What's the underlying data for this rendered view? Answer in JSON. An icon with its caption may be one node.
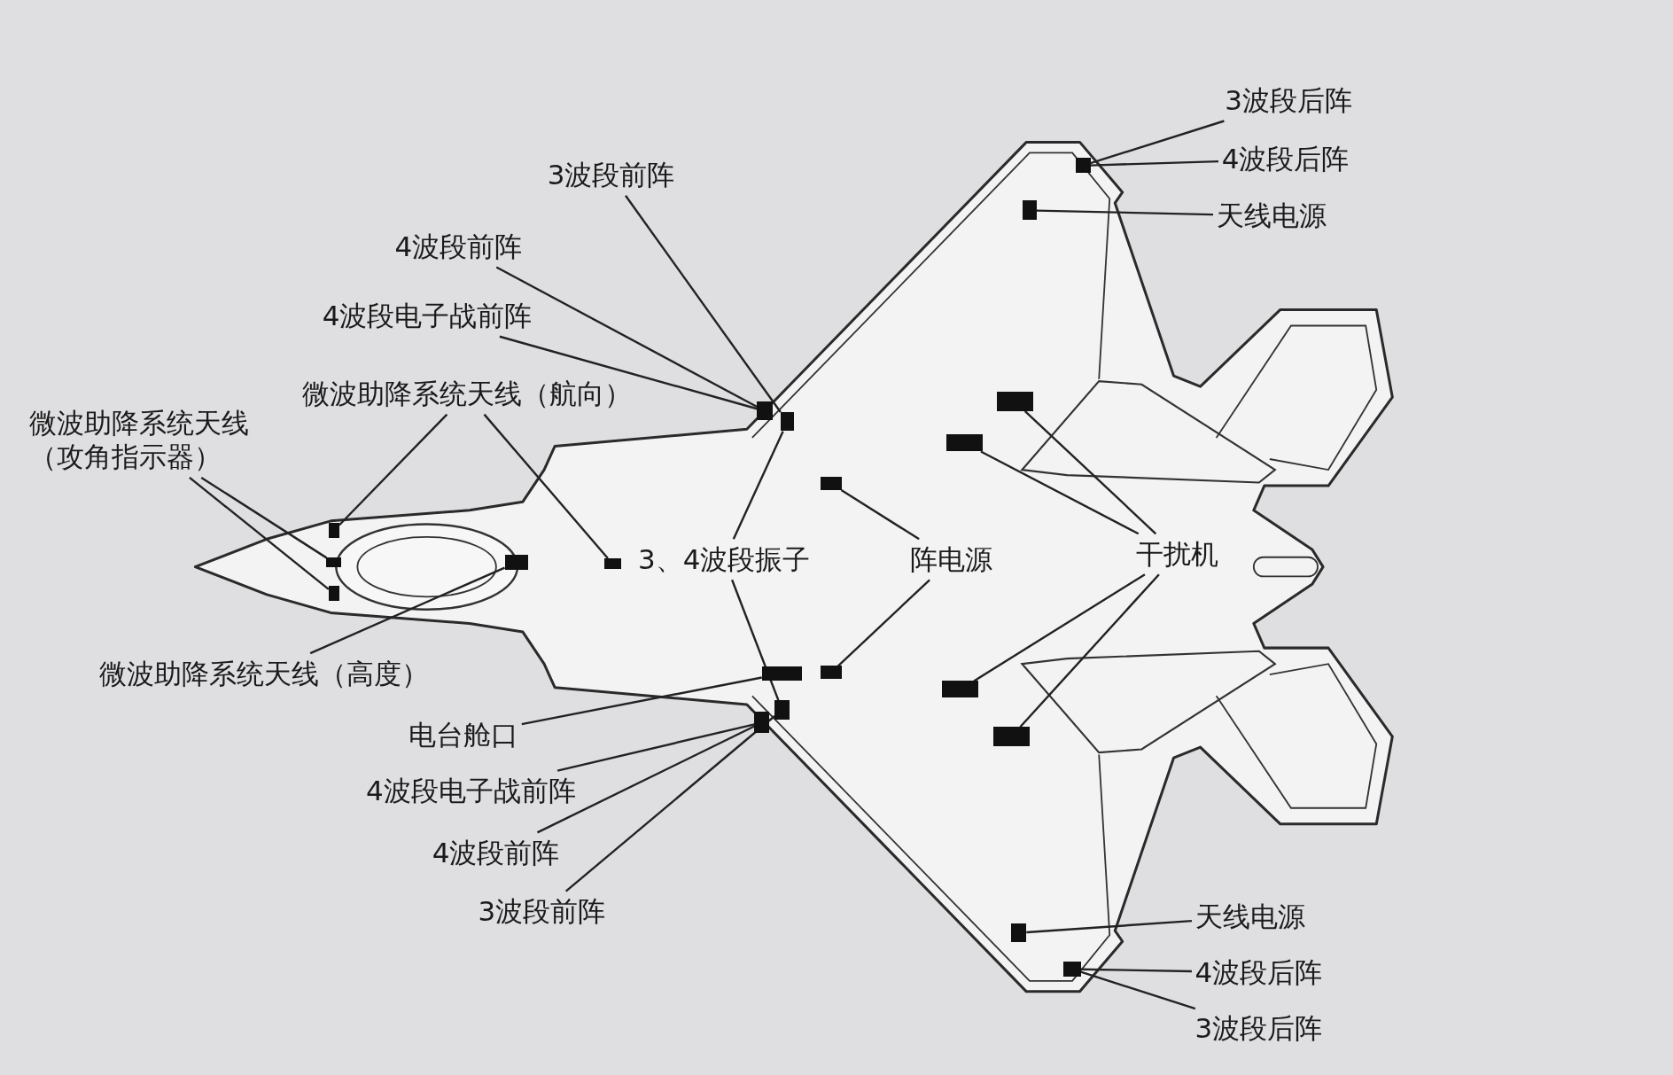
{
  "diagram": {
    "nodes": [
      {
        "text": [
          "3波段后阵"
        ]
      },
      {
        "text": [
          "4波段后阵"
        ]
      },
      {
        "text": [
          "天线电源"
        ]
      },
      {
        "text": [
          "3波段前阵"
        ]
      },
      {
        "text": [
          "4波段前阵"
        ]
      },
      {
        "text": [
          "4波段电子战前阵"
        ]
      },
      {
        "text": [
          "微波助降系统天线（航向）"
        ]
      },
      {
        "text": [
          "微波助降系统天线（攻角指示器）"
        ]
      },
      {
        "text": [
          "3、4波段振子"
        ]
      },
      {
        "text": [
          "阵电源"
        ]
      },
      {
        "text": [
          "干扰机"
        ]
      },
      {
        "text": [
          "微波助降系统天线（高度）"
        ]
      },
      {
        "text": [
          "电台舱口"
        ]
      },
      {
        "text": [
          "4波段电子战前阵"
        ]
      },
      {
        "text": [
          "4波段前阵"
        ]
      },
      {
        "text": [
          "3波段前阵"
        ]
      },
      {
        "text": [
          "天线电源"
        ]
      },
      {
        "text": [
          "4波段后阵"
        ]
      },
      {
        "text": [
          "3波段后阵"
        ]
      },
      {
        "text": [],
        "shape": "box"
      },
      {
        "text": [],
        "shape": "box"
      },
      {
        "text": [],
        "shape": "box"
      },
      {
        "text": [],
        "shape": "box"
      },
      {
        "text": [],
        "shape": "box"
      },
      {
        "text": [],
        "shape": "box"
      },
      {
        "text": [],
        "shape": "box"
      },
      {
        "text": [],
        "shape": "box"
      },
      {
        "text": [],
        "shape": "box"
      },
      {
        "text": [],
        "shape": "box"
      },
      {
        "text": [],
        "shape": "box"
      },
      {
        "text": [],
        "shape": "box"
      },
      {
        "text": [],
        "shape": "box"
      },
      {
        "text": [],
        "shape": "box"
      },
      {
        "text": [],
        "shape": "box"
      },
      {
        "text": [],
        "shape": "box"
      },
      {
        "text": [],
        "shape": "box"
      },
      {
        "text": [],
        "shape": "box"
      },
      {
        "text": [],
        "shape": "box"
      },
      {
        "text": [],
        "shape": "box"
      }
    ],
    "edges": [
      {
        "from": 0,
        "to": 19,
        "arrow": "none"
      },
      {
        "from": 1,
        "to": 19,
        "arrow": "none"
      },
      {
        "from": 2,
        "to": 20,
        "arrow": "none"
      },
      {
        "from": 3,
        "to": 22,
        "arrow": "none"
      },
      {
        "from": 4,
        "to": 21,
        "arrow": "none"
      },
      {
        "from": 5,
        "to": 21,
        "arrow": "none"
      },
      {
        "from": 6,
        "to": 23,
        "arrow": "none"
      },
      {
        "from": 6,
        "to": 27,
        "arrow": "none"
      },
      {
        "from": 7,
        "to": 24,
        "arrow": "none"
      },
      {
        "from": 7,
        "to": 25,
        "arrow": "none"
      },
      {
        "from": 8,
        "to": 22,
        "arrow": "none"
      },
      {
        "from": 8,
        "to": 36,
        "arrow": "none"
      },
      {
        "from": 9,
        "to": 28,
        "arrow": "none"
      },
      {
        "from": 9,
        "to": 29,
        "arrow": "none"
      },
      {
        "from": 10,
        "to": 30,
        "arrow": "none"
      },
      {
        "from": 10,
        "to": 31,
        "arrow": "none"
      },
      {
        "from": 10,
        "to": 32,
        "arrow": "none"
      },
      {
        "from": 10,
        "to": 33,
        "arrow": "none"
      },
      {
        "from": 11,
        "to": 26,
        "arrow": "none"
      },
      {
        "from": 12,
        "to": 34,
        "arrow": "none"
      },
      {
        "from": 13,
        "to": 35,
        "arrow": "none"
      },
      {
        "from": 14,
        "to": 35,
        "arrow": "none"
      },
      {
        "from": 15,
        "to": 36,
        "arrow": "none"
      },
      {
        "from": 16,
        "to": 37,
        "arrow": "none"
      },
      {
        "from": 17,
        "to": 38,
        "arrow": "none"
      },
      {
        "from": 18,
        "to": 38,
        "arrow": "none"
      }
    ]
  }
}
